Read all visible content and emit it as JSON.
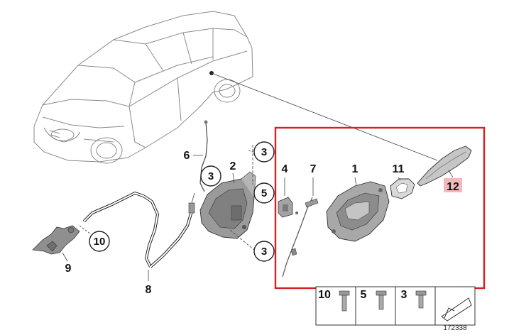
{
  "callouts": {
    "c1": "1",
    "c2": "2",
    "c3a": "3",
    "c3b": "3",
    "c3c": "3",
    "c4": "4",
    "c5": "5",
    "c6": "6",
    "c7": "7",
    "c8": "8",
    "c9": "9",
    "c10": "10",
    "c11": "11",
    "c12": "12"
  },
  "legend": {
    "items": [
      "10",
      "5",
      "3"
    ],
    "diagram_id": "172338"
  },
  "colors": {
    "highlight_frame": "#d42025",
    "highlight_label_bg": "#f3b8bb",
    "line": "#222222",
    "part_fill": "#9a9a9a"
  }
}
